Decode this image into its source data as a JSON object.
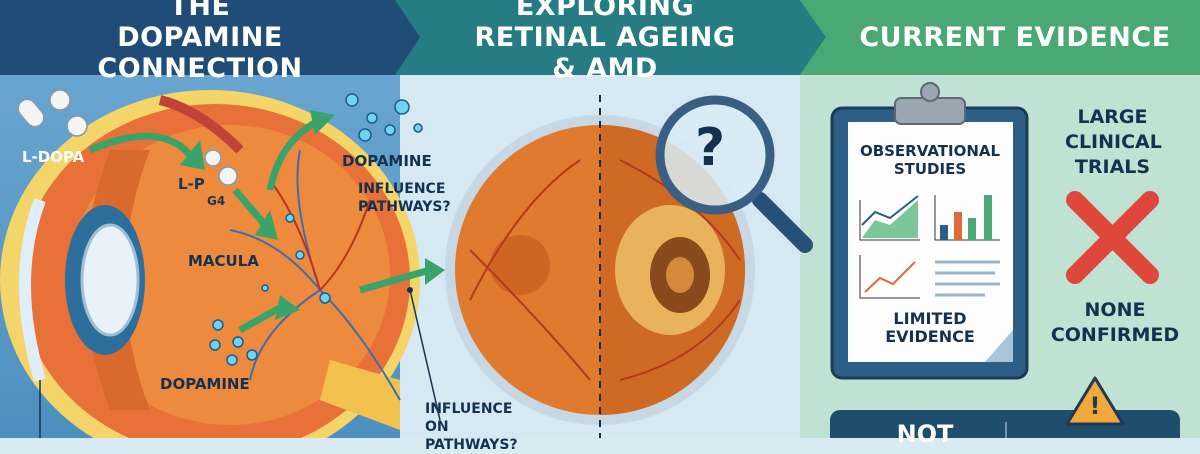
{
  "headers": {
    "left": "THE DOPAMINE CONNECTION",
    "middle": "EXPLORING RETINAL AGEING & AMD",
    "right": "CURRENT EVIDENCE"
  },
  "left_panel": {
    "ldopa": "L-DOPA",
    "ldopa_garbled_a": "L-P",
    "ldopa_garbled_b": "G4",
    "dopamine_top": "DOPAMINE",
    "macula": "MACULA",
    "dopamine_bottom": "DOPAMINE",
    "influence_pathways": "INFLUENCE PATHWAYS?",
    "influence_on_pathways": "INFLUENCE ON PATHWAYS?"
  },
  "middle_panel": {
    "magnifier_symbol": "?"
  },
  "right_panel": {
    "observational": "OBSERVATIONAL STUDIES",
    "limited": "LIMITED EVIDENCE",
    "large_trials": "LARGE CLINICAL TRIALS",
    "none_confirmed": "NONE CONFIRMED",
    "not_label": "NOT",
    "warning_symbol": "!"
  },
  "colors": {
    "left_header": "#1f4d78",
    "middle_header": "#267c82",
    "right_header": "#4aa874",
    "left_bg": "#5b9dc9",
    "middle_bg": "#d6e9f3",
    "right_bg": "#bfe2d3",
    "arrow": "#3aa36a",
    "cross": "#e0473c"
  }
}
